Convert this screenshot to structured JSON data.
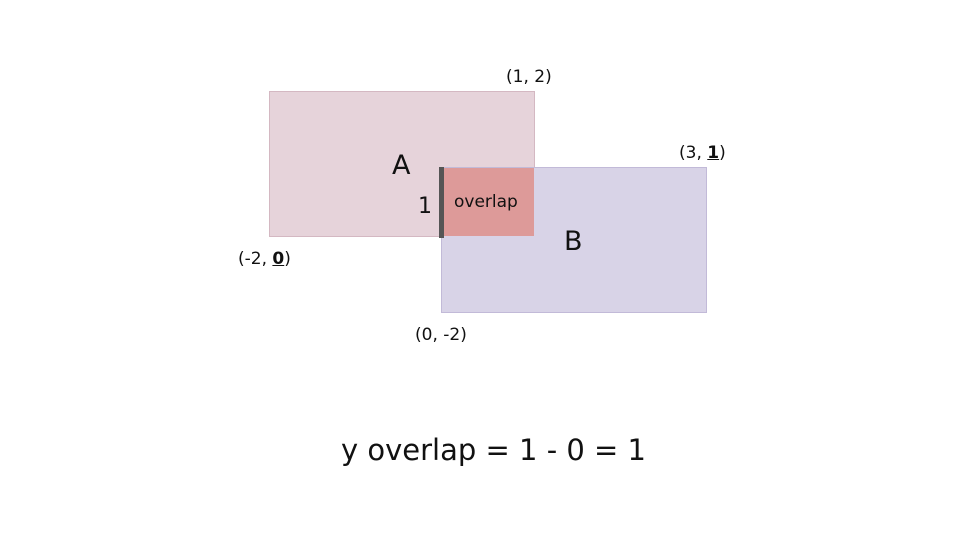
{
  "rectangles": {
    "a": {
      "name": "A",
      "fill": "#e6d3da"
    },
    "b": {
      "name": "B",
      "fill": "#d8d3e7"
    },
    "overlap": {
      "name": "overlap",
      "fill": "#dd9a99"
    }
  },
  "coords": {
    "a_top_right": {
      "prefix": "(1, 2)",
      "value": "",
      "suffix": ""
    },
    "a_bottom_left": {
      "prefix": "(-2, ",
      "value": "0",
      "suffix": ")"
    },
    "b_top_right": {
      "prefix": "(3, ",
      "value": "1",
      "suffix": ")"
    },
    "b_bottom_left": {
      "prefix": "(0, -2)",
      "value": "",
      "suffix": ""
    }
  },
  "overlap_height_label": "1",
  "overlap_bar_color": "#555555",
  "equation": "y overlap = 1 - 0 = 1"
}
